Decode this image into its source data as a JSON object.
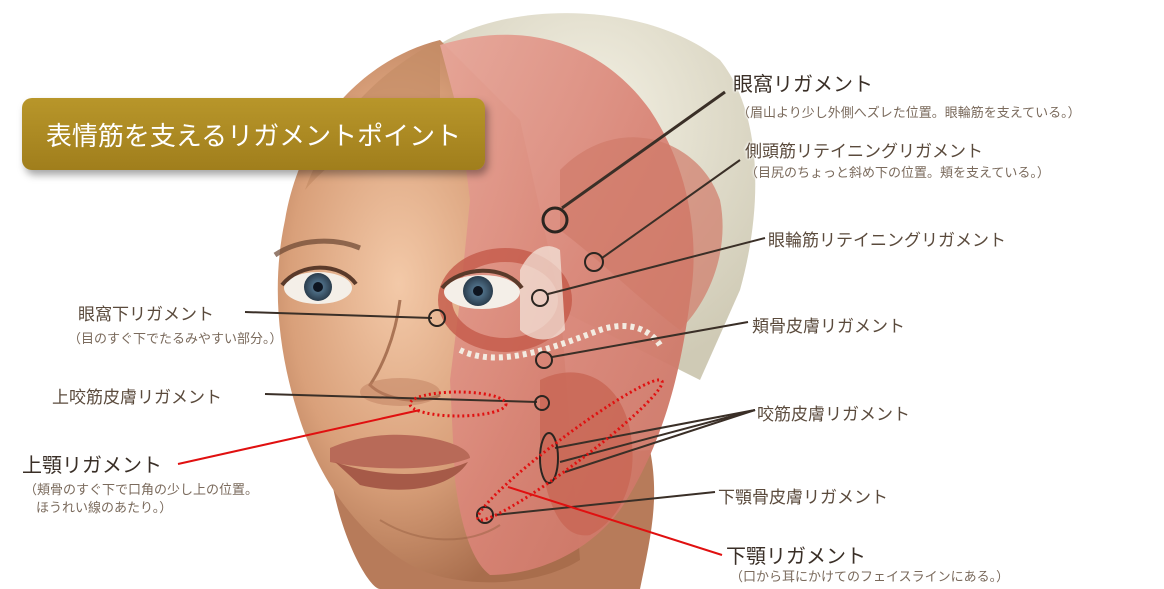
{
  "title": "表情筋を支えるリガメントポイント",
  "labels": {
    "ganka": "眼窩リガメント",
    "ganka_note": "（眉山より少し外側へズレた位置。眼輪筋を支えている。）",
    "sokutou": "側頭筋リテイニングリガメント",
    "sokutou_note": "（目尻のちょっと斜め下の位置。頬を支えている。）",
    "gandanrin": "眼輪筋リテイニングリガメント",
    "gankaka": "眼窩下リガメント",
    "gankaka_note": "（目のすぐ下でたるみやすい部分。）",
    "kyokotsu": "頬骨皮膚リガメント",
    "jokokin": "上咬筋皮膚リガメント",
    "kokin": "咬筋皮膚リガメント",
    "jogaku": "上顎リガメント",
    "jogaku_note1": "（頬骨のすぐ下で口角の少し上の位置。",
    "jogaku_note2": "ほうれい線のあたり。）",
    "kagakukotsu": "下顎骨皮膚リガメント",
    "kagaku": "下顎リガメント",
    "kagaku_note": "（口から耳にかけてのフェイスラインにある。）"
  },
  "colors": {
    "title_bg": "#a8861f",
    "leader": "#3a2f27",
    "accent": "#e01010"
  }
}
